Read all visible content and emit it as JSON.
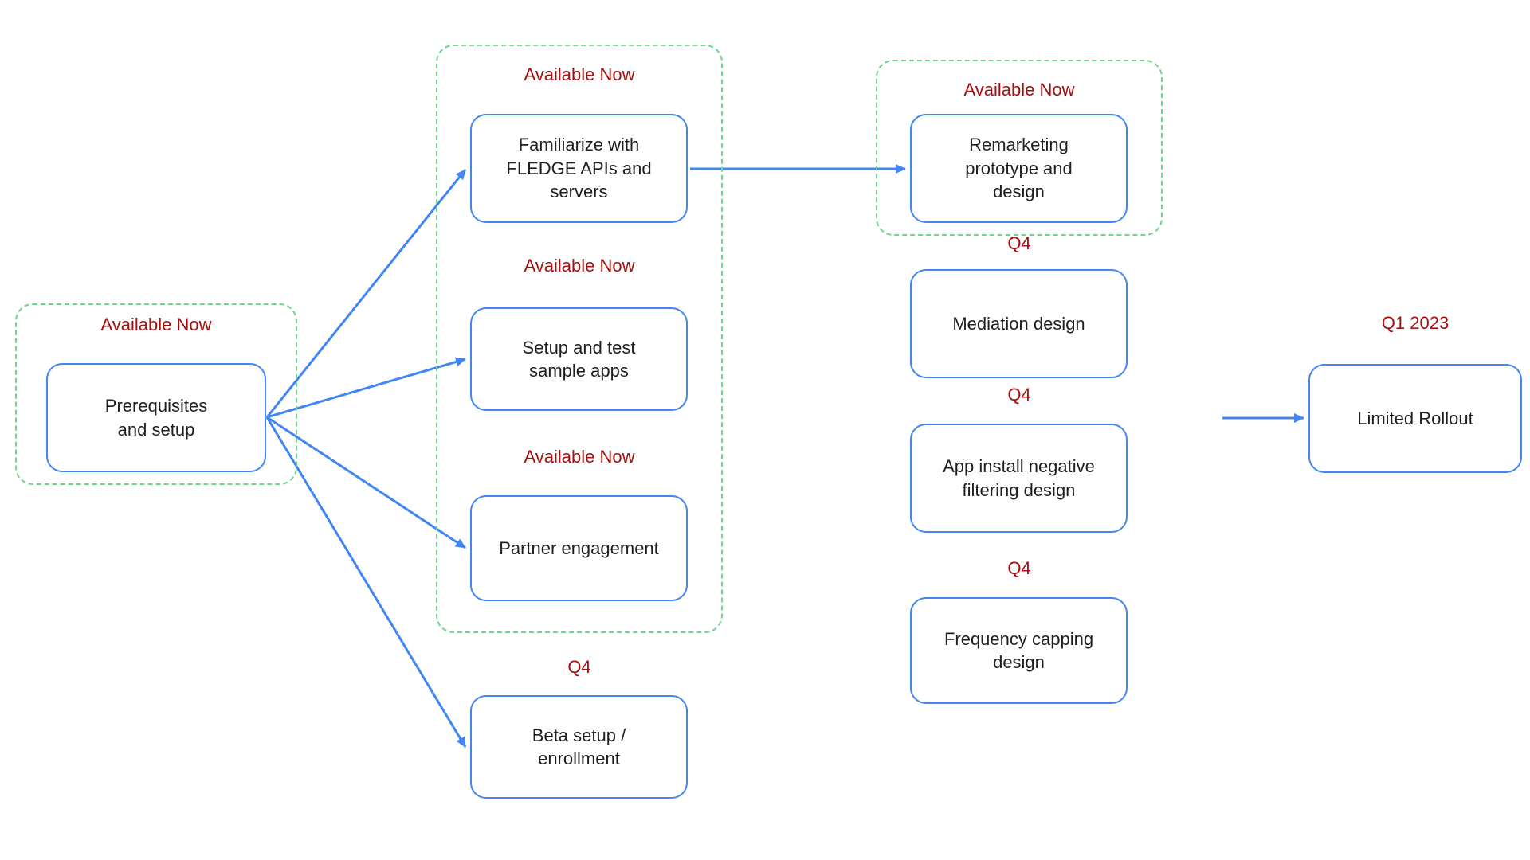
{
  "colors": {
    "background": "#ffffff",
    "box_border": "#4285f4",
    "box_text": "#1f1f1f",
    "group_border": "#6dd58c",
    "status_text": "#a50e0e",
    "arrow": "#4285f4"
  },
  "groups": {
    "start": {
      "status": "Available Now"
    },
    "explore": {
      "statuses": [
        "Available Now",
        "Available Now",
        "Available Now"
      ]
    },
    "remarketing": {
      "status": "Available Now"
    }
  },
  "nodes": {
    "prerequisites": {
      "label": "Prerequisites\nand setup"
    },
    "familiarize": {
      "label": "Familiarize with\nFLEDGE APIs and\nservers"
    },
    "setup_sample_apps": {
      "label": "Setup and test\nsample apps"
    },
    "partner_engagement": {
      "label": "Partner engagement"
    },
    "beta_enrollment": {
      "status": "Q4",
      "label": "Beta setup /\nenrollment"
    },
    "remarketing_prototype": {
      "label": "Remarketing\nprototype and\ndesign"
    },
    "mediation_design": {
      "status": "Q4",
      "label": "Mediation design"
    },
    "app_install_filtering": {
      "status": "Q4",
      "label": "App install negative\nfiltering design"
    },
    "frequency_capping": {
      "status": "Q4",
      "label": "Frequency capping\ndesign"
    },
    "limited_rollout": {
      "status": "Q1 2023",
      "label": "Limited Rollout"
    }
  }
}
